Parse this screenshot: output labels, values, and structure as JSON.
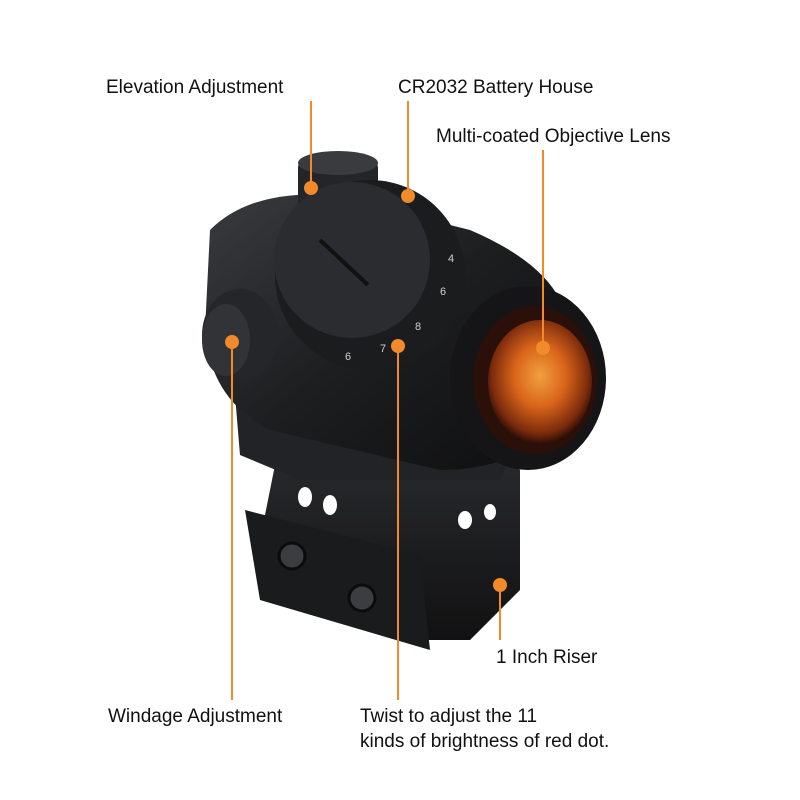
{
  "labels": {
    "elevation": "Elevation Adjustment",
    "battery": "CR2032 Battery House",
    "lens": "Multi-coated Objective Lens",
    "riser": "1 Inch Riser",
    "windage": "Windage Adjustment",
    "brightness_line1": "Twist to adjust the 11",
    "brightness_line2": "kinds of brightness of red dot."
  },
  "dial_numbers": [
    "4",
    "6",
    "8",
    "7",
    "6"
  ],
  "colors": {
    "callout": "#f08a2a",
    "body": "#1c1d1f",
    "lens_glow": "#e8741c"
  }
}
